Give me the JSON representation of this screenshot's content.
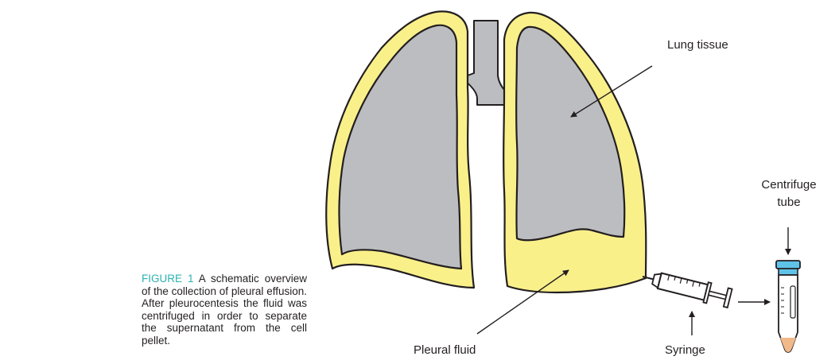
{
  "caption": {
    "figure_label": "FIGURE 1",
    "text": "A schematic overview of the collection of pleural effusion. After pleurocentesis the fluid was centrifuged in order to separate the supernatant from the cell pellet."
  },
  "labels": {
    "lung_tissue": "Lung tissue",
    "pleural_fluid": "Pleural fluid",
    "syringe": "Syringe",
    "centrifuge_tube_line1": "Centrifuge",
    "centrifuge_tube_line2": "tube"
  },
  "colors": {
    "pleura_yellow": "#faf08a",
    "lung_grey": "#bcbdc0",
    "outline": "#231f20",
    "caption_accent": "#2bb3b1",
    "tube_cap": "#5fc3e8",
    "cell_pellet": "#f1b889"
  }
}
